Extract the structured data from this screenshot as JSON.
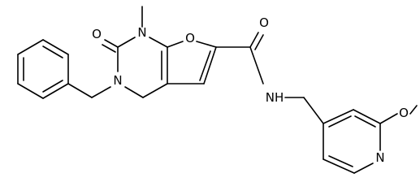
{
  "molecule": {
    "atom_labels": {
      "methyl_nitrogen": "N",
      "carbonyl_oxygen_ring": "O",
      "benzyl_nitrogen": "N",
      "furan_oxygen": "O",
      "amide_oxygen": "O",
      "amide_nitrogen": "NH",
      "pyridine_nitrogen": "N",
      "methoxy_oxygen": "O"
    }
  },
  "colors": {
    "ink": "#000000",
    "background": "#ffffff"
  }
}
